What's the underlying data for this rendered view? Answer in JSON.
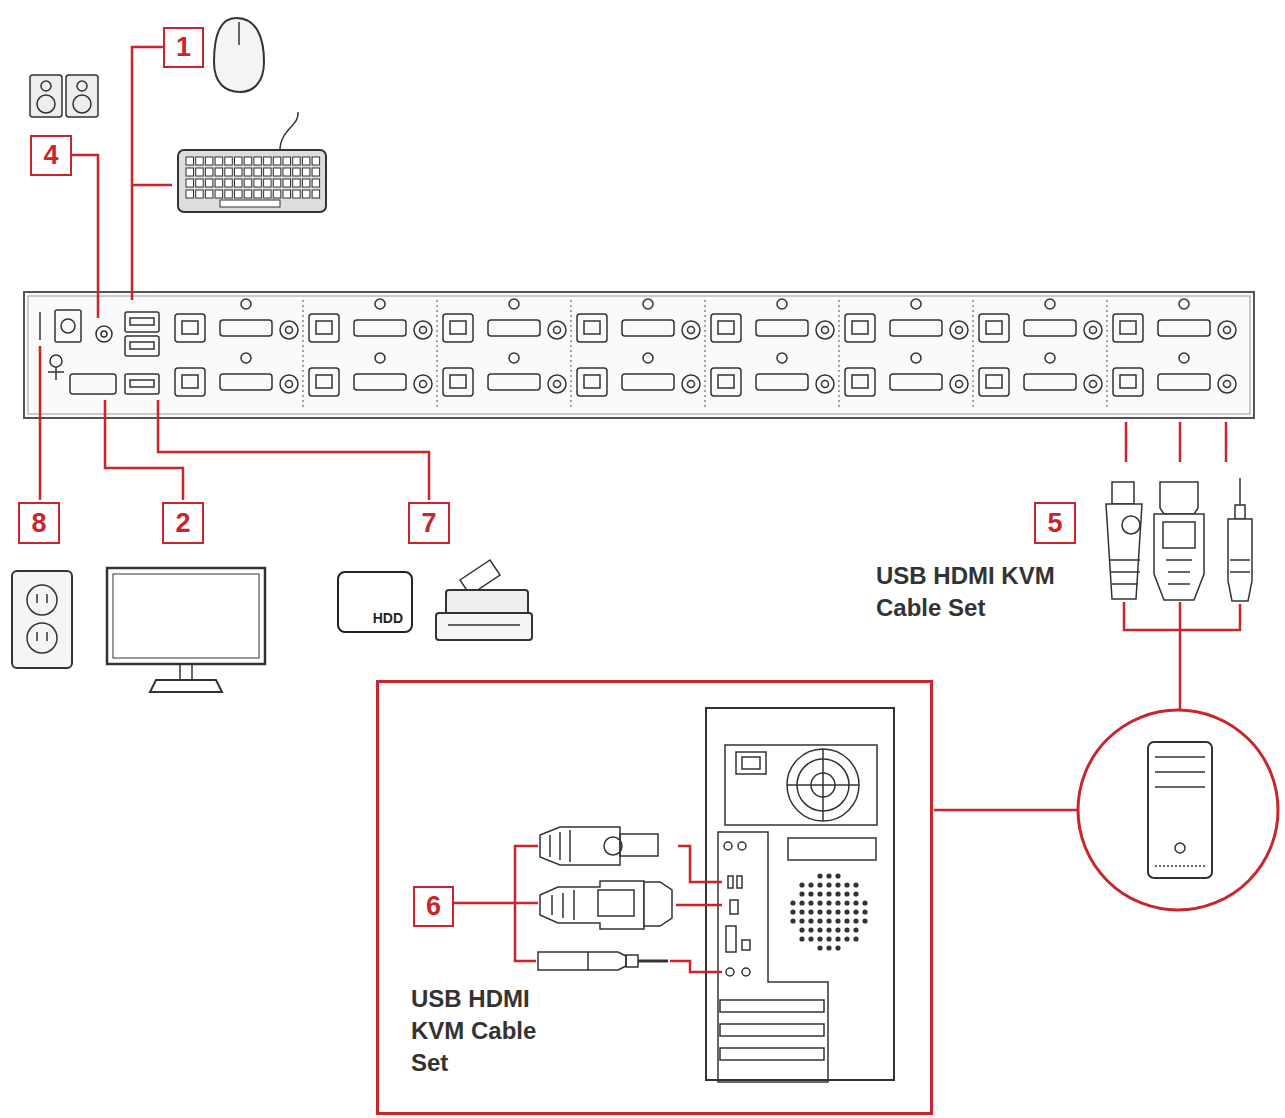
{
  "diagram": {
    "nodes": [
      {
        "text": [
          "1"
        ]
      },
      {
        "text": [
          "4"
        ]
      },
      {
        "text": [
          "8"
        ]
      },
      {
        "text": [
          "2"
        ]
      },
      {
        "text": [
          "7"
        ]
      },
      {
        "text": [
          "HDD"
        ]
      },
      {
        "text": [
          "5"
        ]
      },
      {
        "text": [
          "USB HDMI KVM Cable Set"
        ]
      },
      {
        "text": [
          "6"
        ],
        "in": 7
      }
    ],
    "labels": [
      "USB HDMI KVM Cable Set"
    ]
  }
}
